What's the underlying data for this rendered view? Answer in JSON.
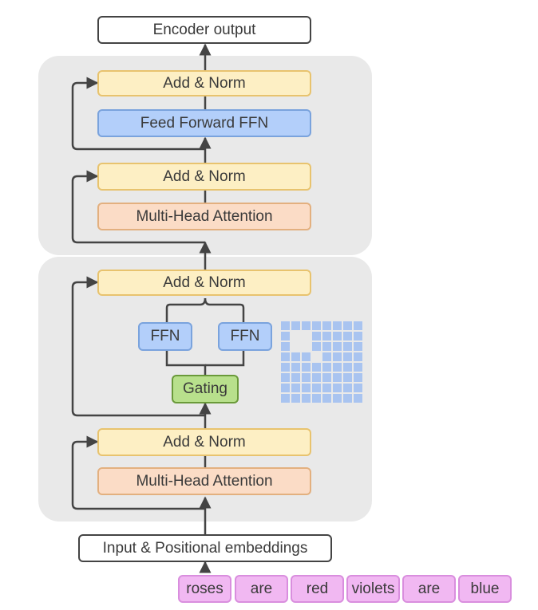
{
  "diagram": {
    "encoder_output": "Encoder output",
    "top_block": {
      "add_norm_2": "Add & Norm",
      "ffn": "Feed Forward FFN",
      "add_norm_1": "Add & Norm",
      "attention": "Multi-Head Attention"
    },
    "moe_block": {
      "add_norm_2": "Add & Norm",
      "expert_1": "FFN",
      "expert_2": "FFN",
      "gating": "Gating",
      "add_norm_1": "Add & Norm",
      "attention": "Multi-Head Attention"
    },
    "input": "Input & Positional embeddings",
    "tokens": [
      "roses",
      "are",
      "red",
      "violets",
      "are",
      "blue"
    ]
  },
  "colors": {
    "panel": "#e9e9e9",
    "add_norm": "#fdefc4",
    "ffn": "#b3cffa",
    "attention": "#fbdcc6",
    "gating": "#b8e08c",
    "token": "#f1b8f2",
    "grid": "#a9c4f0"
  }
}
